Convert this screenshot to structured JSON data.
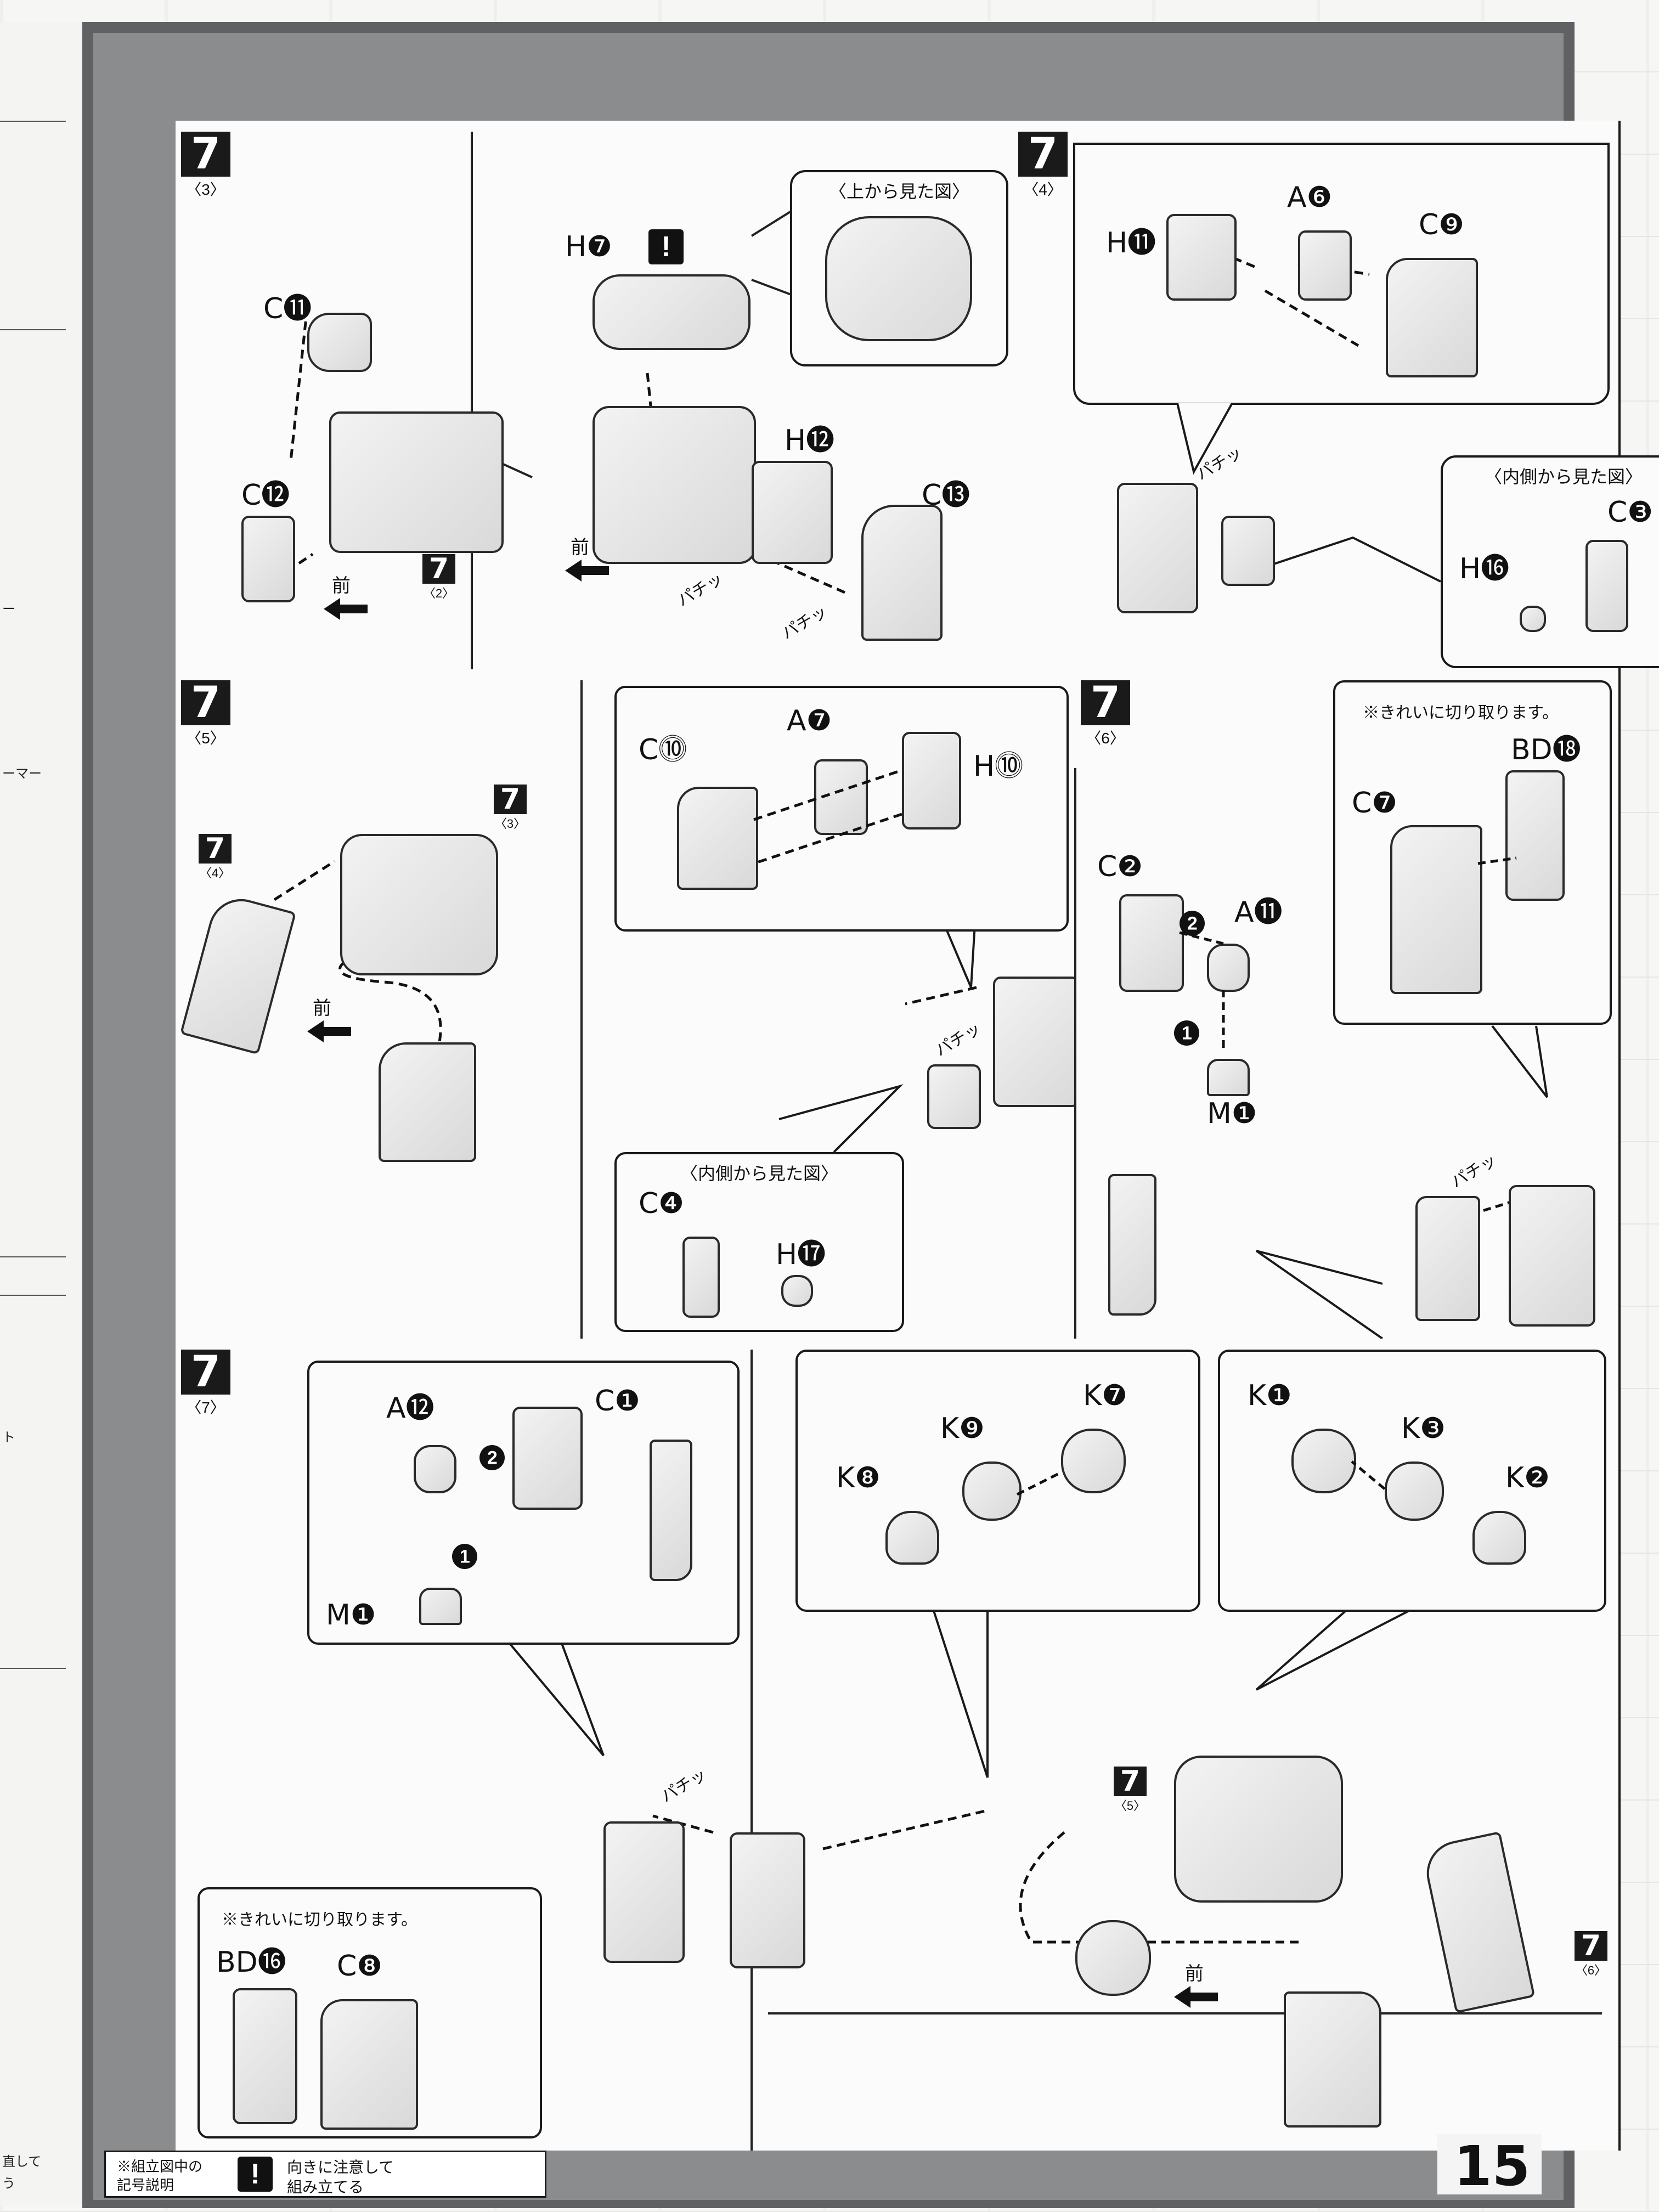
{
  "page_number": "15",
  "step_number": "7",
  "panels": {
    "p3": {
      "sub": "〈3〉",
      "parts": [
        "C⓫",
        "C⓬",
        "H❼",
        "H⓬",
        "C⓭"
      ],
      "ref_sub": "〈2〉",
      "front": "前",
      "click1": "パチッ",
      "click2": "パチッ",
      "bubble_title": "〈上から見た図〉"
    },
    "p4": {
      "sub": "〈4〉",
      "parts": [
        "H⓫",
        "A❻",
        "C❾",
        "H⓰",
        "C❸"
      ],
      "click": "パチッ",
      "bubble_title": "〈内側から見た図〉"
    },
    "p5": {
      "sub": "〈5〉",
      "parts": [
        "C⓾",
        "A❼",
        "H⓾",
        "C❹",
        "H⓱"
      ],
      "ref_a_sub": "〈4〉",
      "ref_b_sub": "〈3〉",
      "front": "前",
      "click": "パチッ",
      "bubble_title": "〈内側から見た図〉"
    },
    "p6": {
      "sub": "〈6〉",
      "parts": [
        "C❷",
        "A⓫",
        "M❶",
        "C❼",
        "BD⓲"
      ],
      "seq1": "1",
      "seq2": "2",
      "note": "※きれいに切り取ります。",
      "click": "パチッ"
    },
    "p7": {
      "sub": "〈7〉",
      "parts": [
        "A⓬",
        "C❶",
        "M❶",
        "BD⓰",
        "C❽",
        "K❽",
        "K❾",
        "K❼",
        "K❶",
        "K❸",
        "K❷"
      ],
      "seq1": "1",
      "seq2": "2",
      "note": "※きれいに切り取ります。",
      "click": "パチッ",
      "ref_a_sub": "〈5〉",
      "ref_b_sub": "〈6〉",
      "front": "前"
    }
  },
  "legend": {
    "title_line1": "※組立図中の",
    "title_line2": "記号説明",
    "symbol": "!",
    "desc_line1": "向きに注意して",
    "desc_line2": "組み立てる"
  },
  "prev_page_text": [
    "ーマー",
    "ー",
    "ト",
    "直して",
    "う"
  ]
}
